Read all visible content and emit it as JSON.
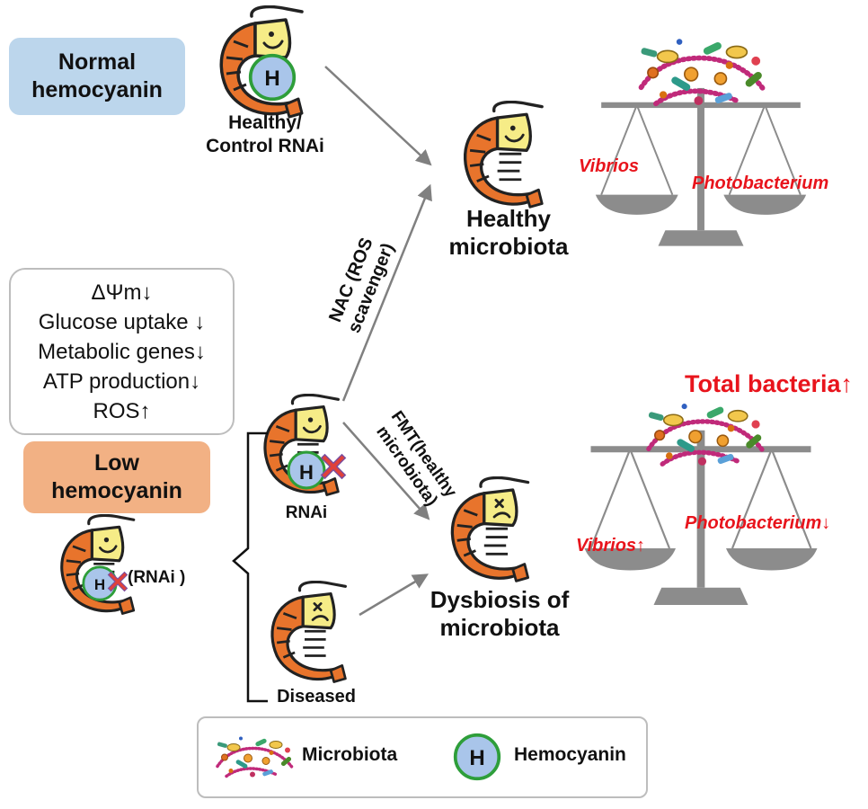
{
  "boxes": {
    "normal": "Normal\nhemocyanin",
    "low": "Low\nhemocyanin",
    "effects": [
      "ΔΨm↓",
      "Glucose uptake ↓",
      "Metabolic genes↓",
      "ATP production↓",
      "ROS↑"
    ]
  },
  "labels": {
    "healthy_control": "Healthy/\nControl RNAi",
    "healthy_microbiota": "Healthy\nmicrobiota",
    "dysbiosis": "Dysbiosis of\nmicrobiota",
    "rnai": "RNAi",
    "rnai_low": "(RNAi )",
    "diseased": "Diseased",
    "nac": "NAC (ROS\nscavenger)",
    "fmt": "FMT(healthy\nmicrobiota)"
  },
  "scale_top": {
    "left": "Vibrios",
    "right": "Photobacterium"
  },
  "scale_bottom": {
    "heading": "Total bacteria↑",
    "left": "Vibrios↑",
    "right": "Photobacterium↓"
  },
  "legend": {
    "microbiota": "Microbiota",
    "hemocyanin": "Hemocyanin",
    "h_letter": "H"
  },
  "colors": {
    "normal_box": "#bcd6ec",
    "low_box": "#f2b184",
    "shrimp": "#e8742c",
    "shrimp_face": "#f6ec87",
    "hemocyanin": "#a9c5ea",
    "hemocyanin_ring": "#2e9e3a",
    "cross": "#e0413a",
    "scale": "#8c8c8c",
    "highlight": "#e8141c"
  }
}
